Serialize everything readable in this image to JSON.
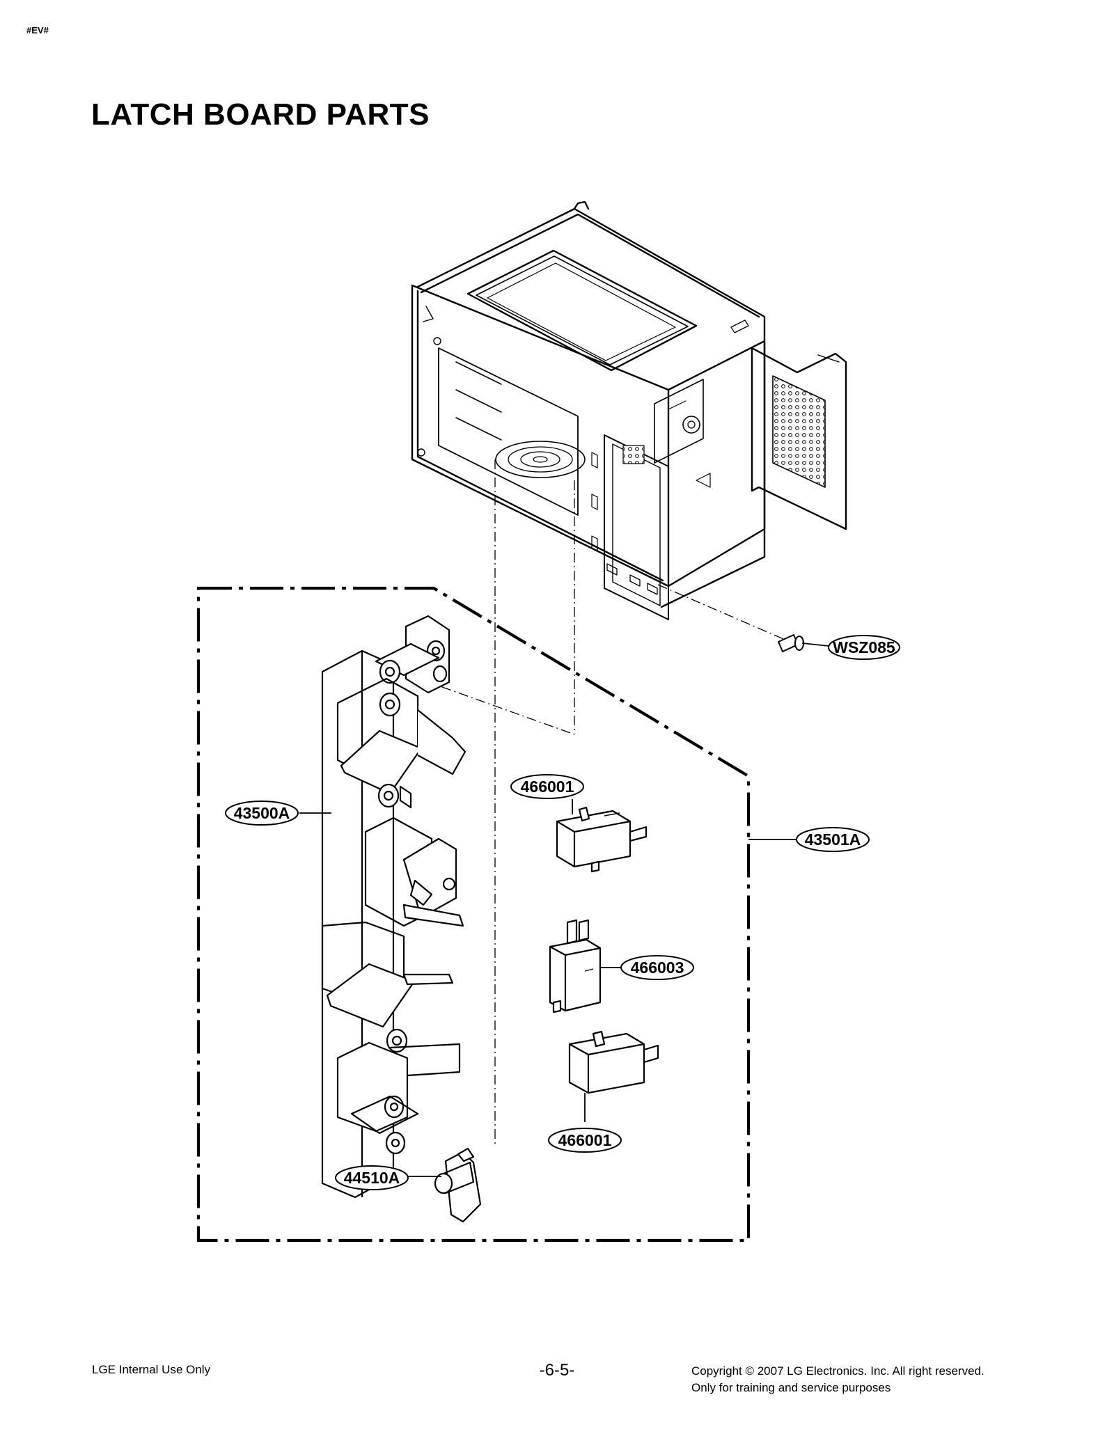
{
  "header": {
    "tag": "#EV#",
    "title": "LATCH BOARD PARTS"
  },
  "callouts": {
    "wsz085": "WSZ085",
    "p43500a": "43500A",
    "p466001_top": "466001",
    "p43501a": "43501A",
    "p466003": "466003",
    "p466001_bottom": "466001",
    "p44510a": "44510A"
  },
  "footer": {
    "left": "LGE Internal Use Only",
    "page": "-6-5-",
    "copyright": "Copyright © 2007 LG Electronics. Inc. All right reserved.",
    "note": "Only for training and service purposes"
  }
}
